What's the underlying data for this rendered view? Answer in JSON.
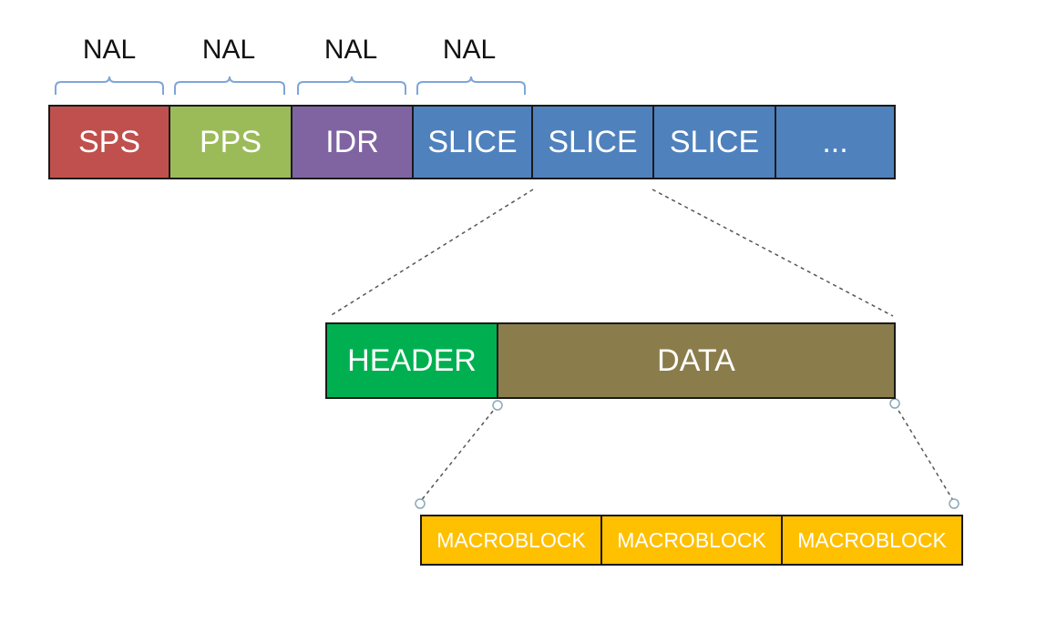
{
  "nal_labels": [
    "NAL",
    "NAL",
    "NAL",
    "NAL"
  ],
  "stream_units": [
    {
      "label": "SPS",
      "color": "#c0504d"
    },
    {
      "label": "PPS",
      "color": "#9bbb59"
    },
    {
      "label": "IDR",
      "color": "#8064a2"
    },
    {
      "label": "SLICE",
      "color": "#4f81bd"
    },
    {
      "label": "SLICE",
      "color": "#4f81bd"
    },
    {
      "label": "SLICE",
      "color": "#4f81bd"
    },
    {
      "label": "...",
      "color": "#4f81bd"
    }
  ],
  "slice_parts": [
    {
      "label": "HEADER",
      "color": "#00b050"
    },
    {
      "label": "DATA",
      "color": "#8b7d4b"
    }
  ],
  "macroblocks": [
    {
      "label": "MACROBLOCK",
      "color": "#ffc000"
    },
    {
      "label": "MACROBLOCK",
      "color": "#ffc000"
    },
    {
      "label": "MACROBLOCK",
      "color": "#ffc000"
    }
  ],
  "colors": {
    "bracket": "#7ea6d8",
    "connector": "#555555",
    "handle": "#8aa8b8",
    "border": "#1a1a1a"
  }
}
